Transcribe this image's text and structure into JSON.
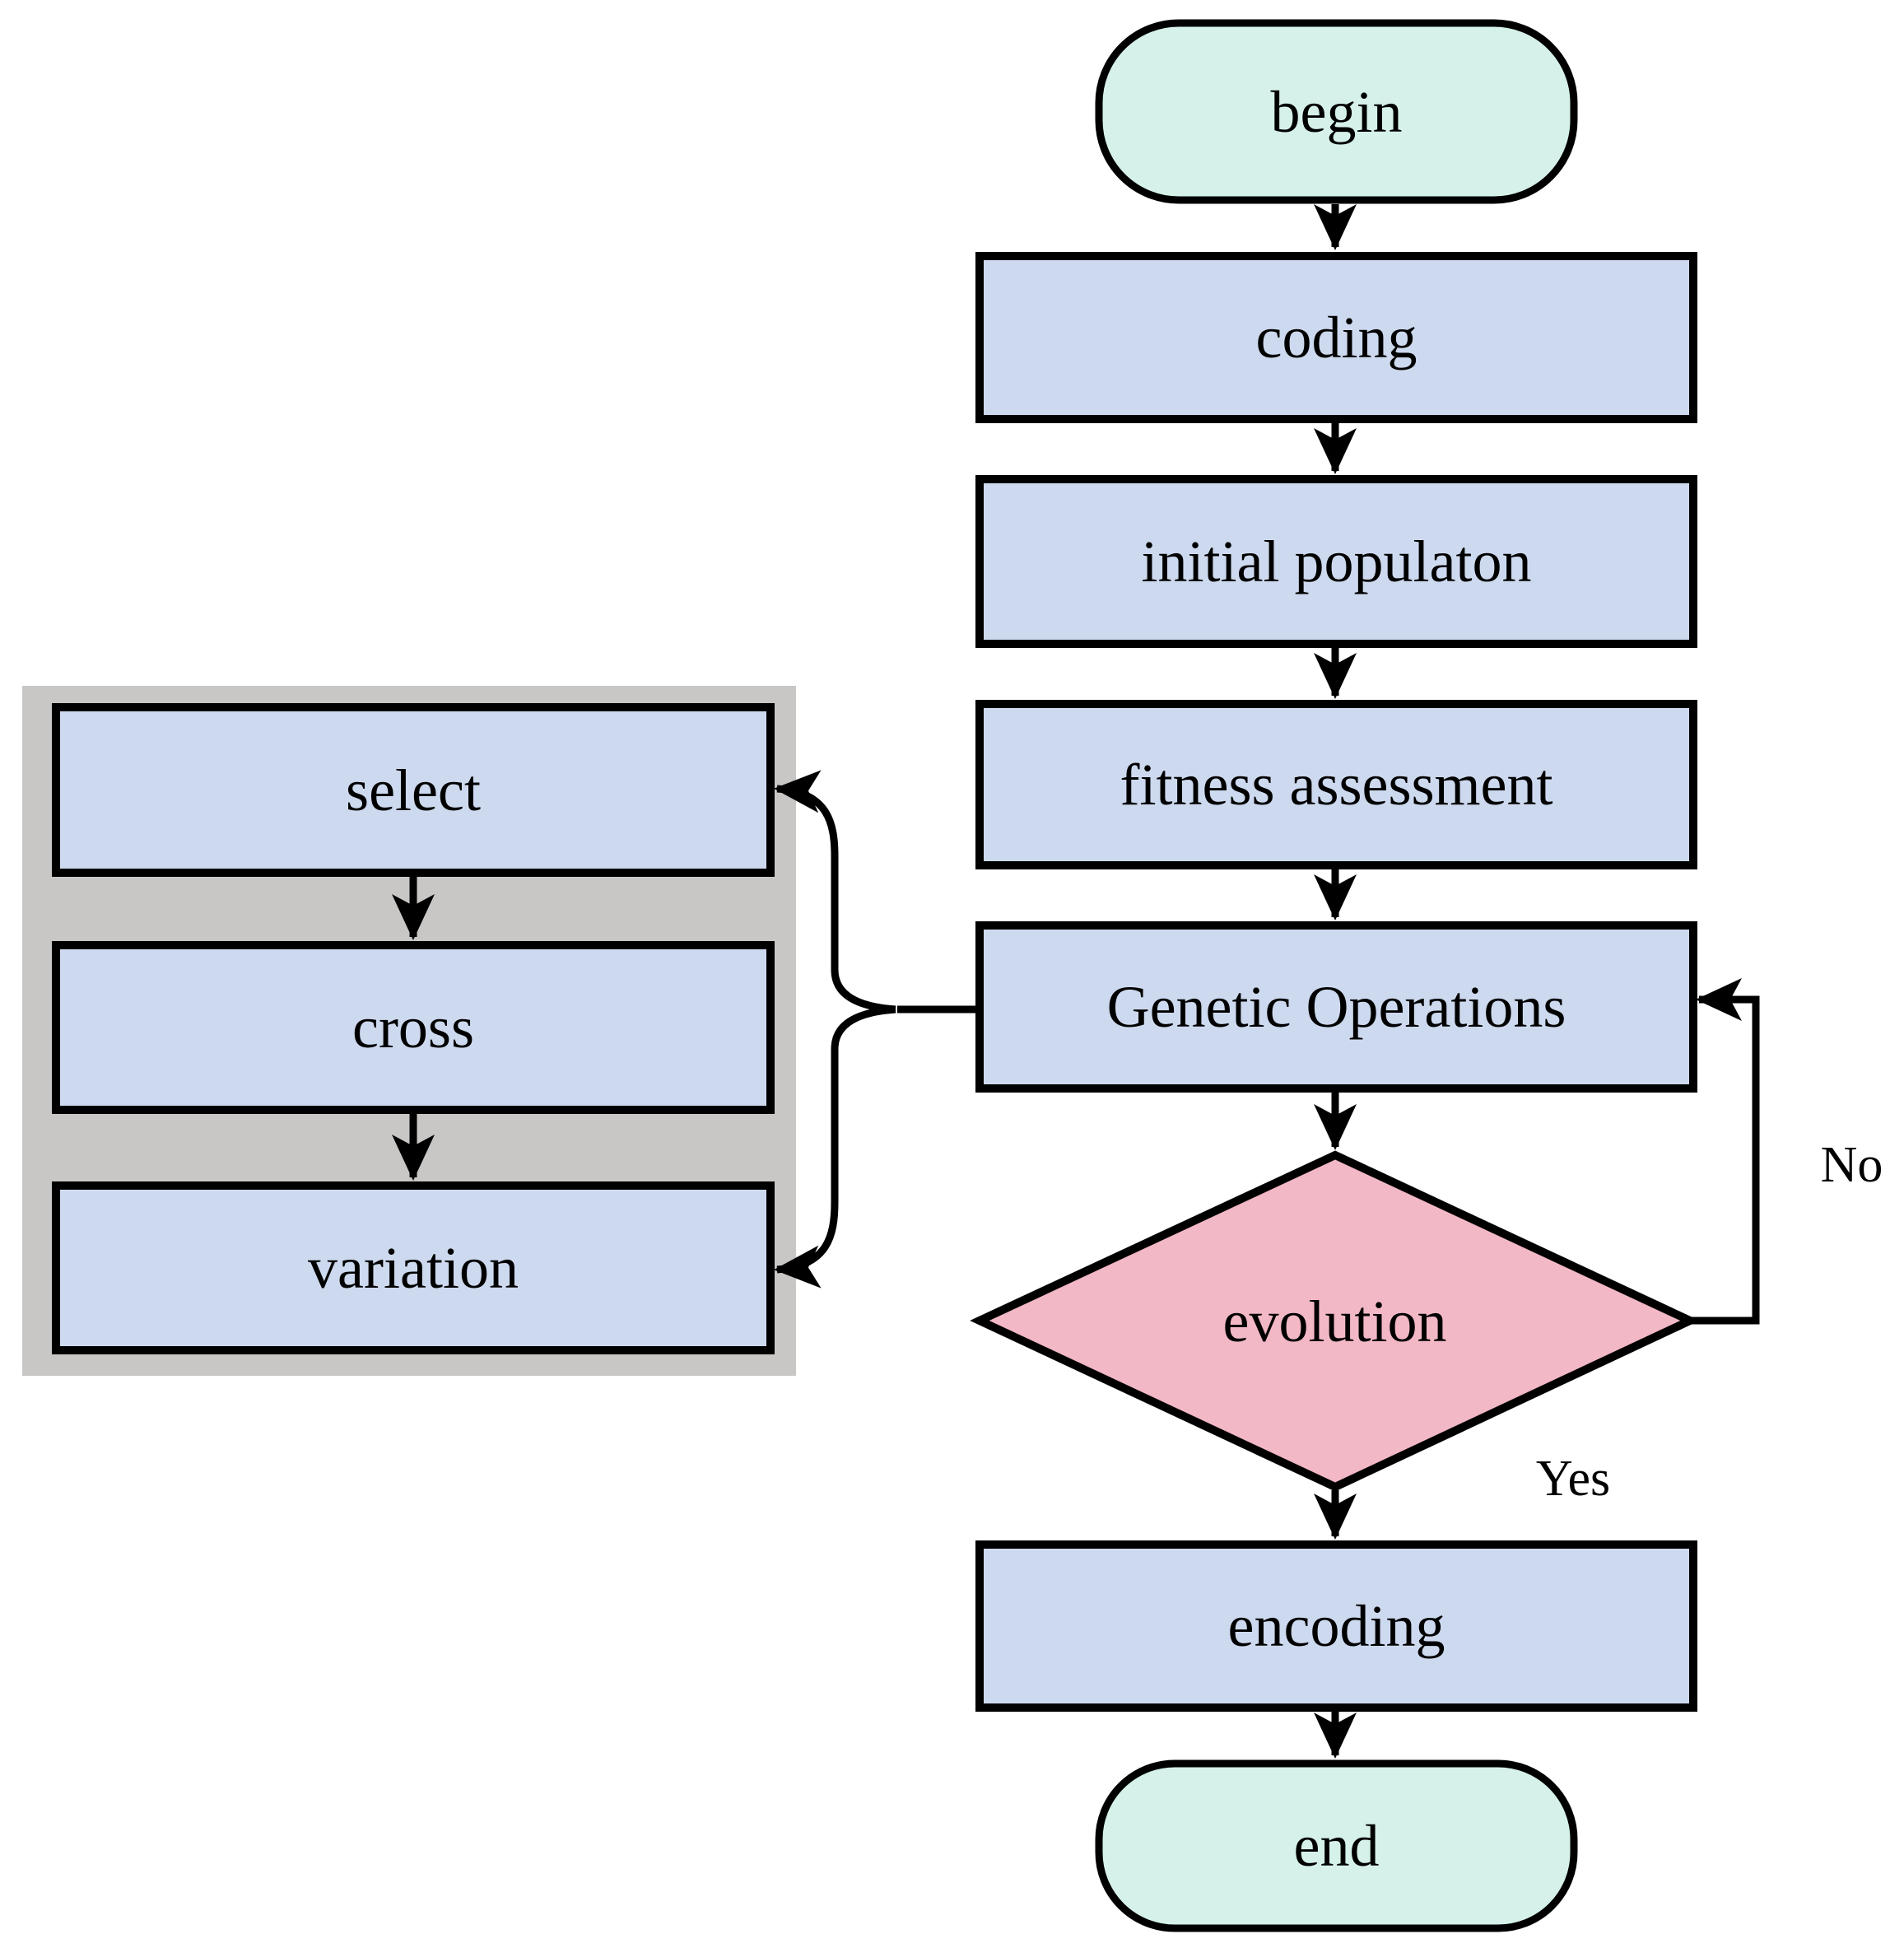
{
  "diagram": {
    "type": "flowchart",
    "subject": "genetic algorithm process",
    "nodes": {
      "begin": {
        "label": "begin",
        "shape": "terminator"
      },
      "coding": {
        "label": "coding",
        "shape": "process"
      },
      "initial_population": {
        "label": "initial populaton",
        "shape": "process"
      },
      "fitness_assessment": {
        "label": "fitness assessment",
        "shape": "process"
      },
      "genetic_operations": {
        "label": "Genetic Operations",
        "shape": "process"
      },
      "evolution": {
        "label": "evolution",
        "shape": "decision"
      },
      "encoding": {
        "label": "encoding",
        "shape": "process"
      },
      "end": {
        "label": "end",
        "shape": "terminator"
      },
      "select": {
        "label": "select",
        "shape": "process"
      },
      "cross": {
        "label": "cross",
        "shape": "process"
      },
      "variation": {
        "label": "variation",
        "shape": "process"
      }
    },
    "edge_labels": {
      "no": "No",
      "yes": "Yes"
    },
    "colors": {
      "terminator_fill": "#d5f1ea",
      "process_fill": "#cdd9ee",
      "decision_fill": "#f2b8c5",
      "group_fill": "#c9c7c5",
      "line": "#000000",
      "background": "#ffffff"
    }
  }
}
